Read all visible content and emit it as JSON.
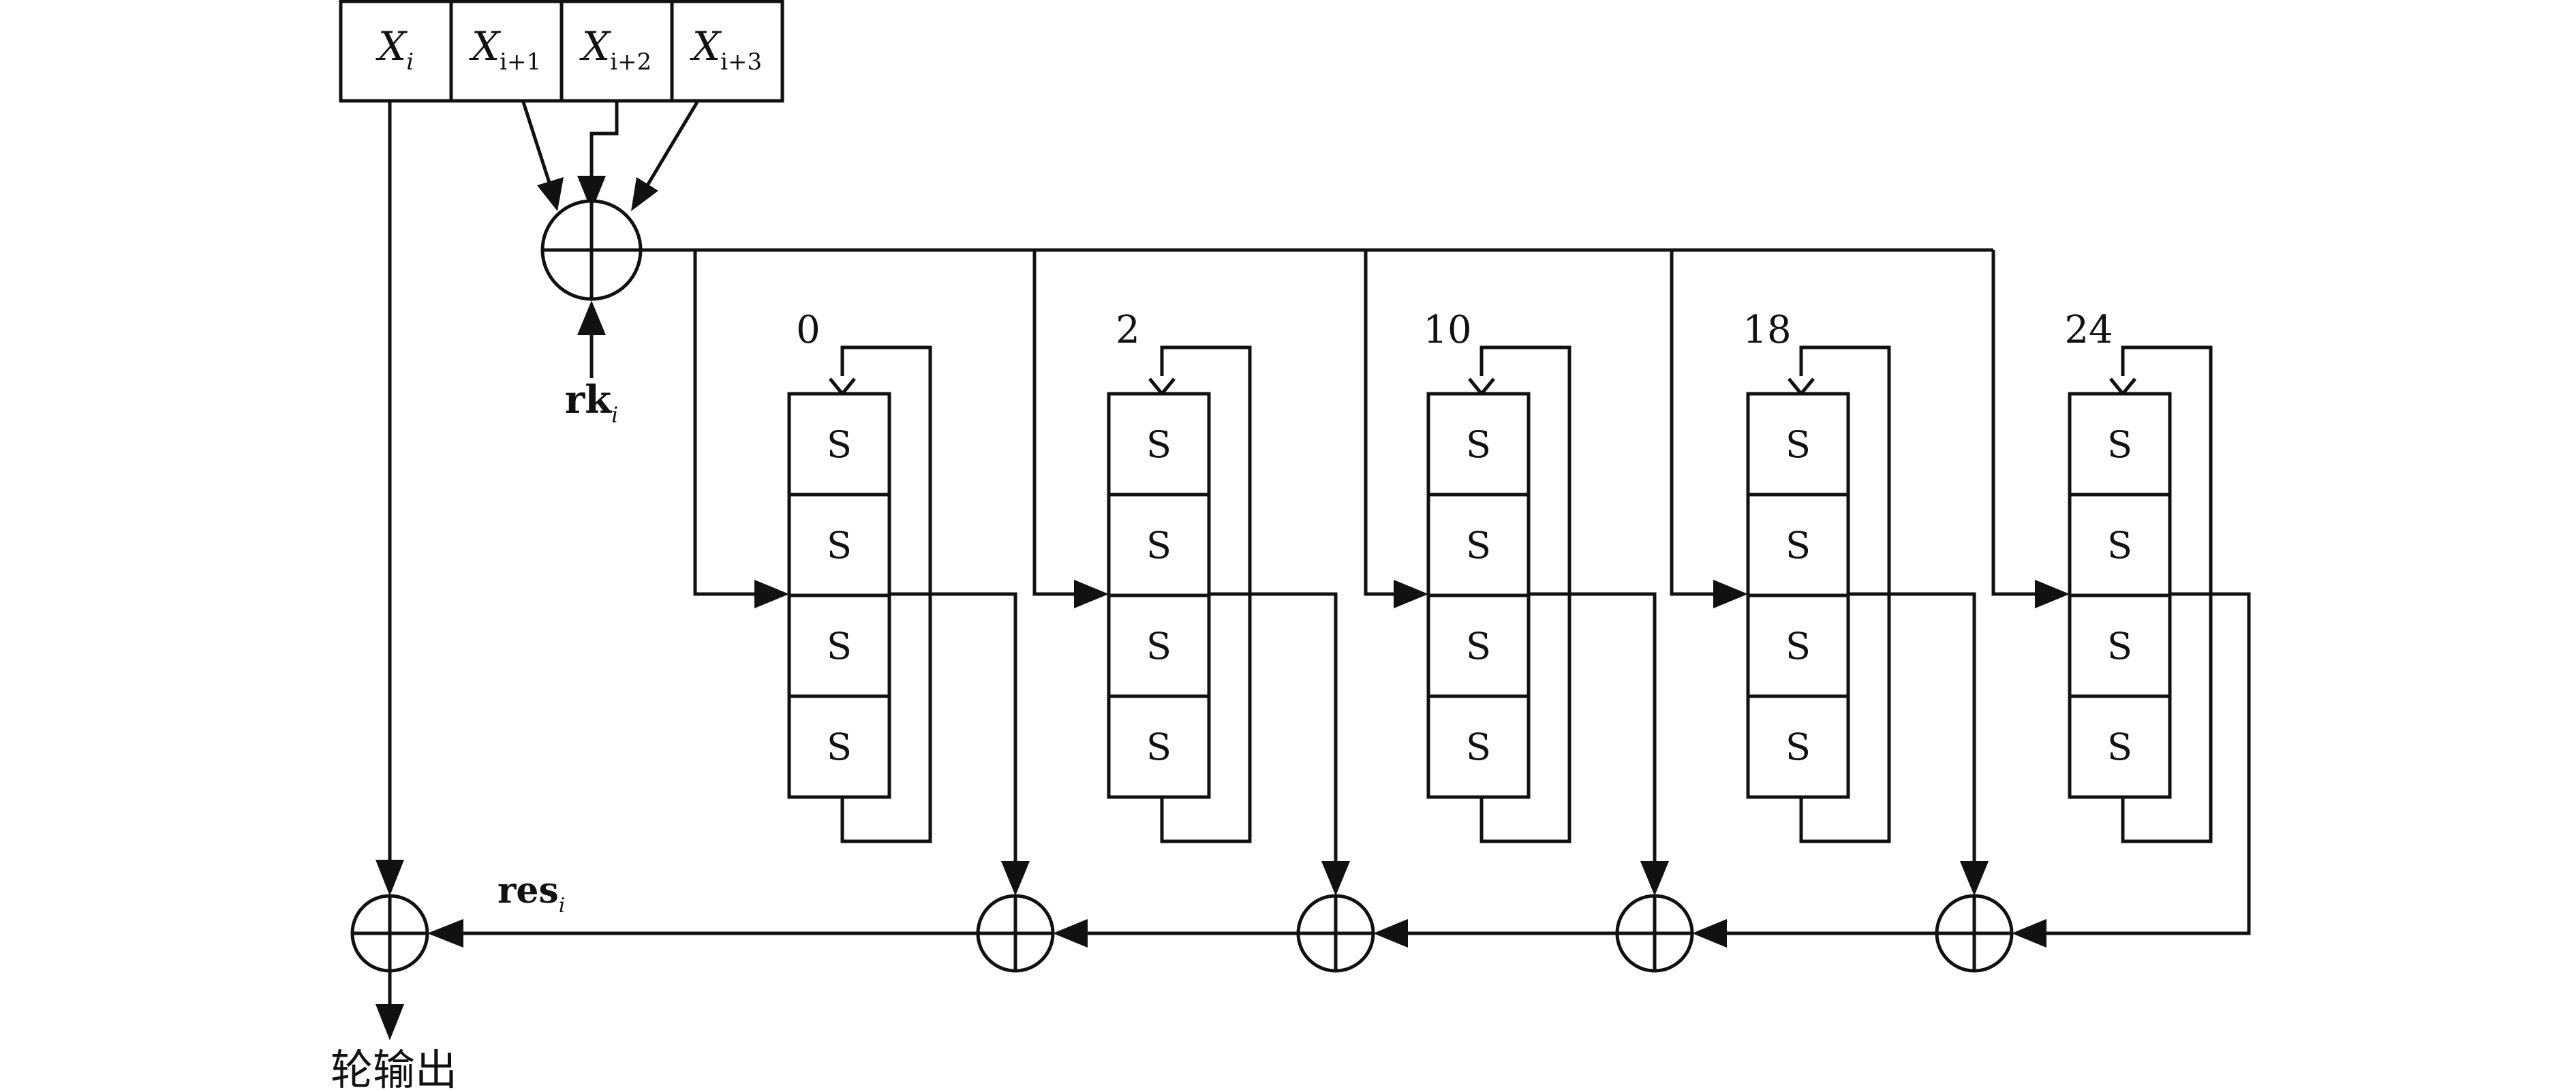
{
  "registers": [
    {
      "main": "X",
      "sub": "i"
    },
    {
      "main": "X",
      "sub": "i+1"
    },
    {
      "main": "X",
      "sub": "i+2"
    },
    {
      "main": "X",
      "sub": "i+3"
    }
  ],
  "round_key": {
    "main": "rk",
    "sub": "i"
  },
  "result": {
    "main": "res",
    "sub": "i",
    "color": "#e0161b"
  },
  "rotation_labels": [
    "0",
    "2",
    "10",
    "18",
    "24"
  ],
  "sbox_label": "S",
  "output_label": "轮输出",
  "colors": {
    "line": "#111111",
    "highlight": "#e0161b"
  }
}
